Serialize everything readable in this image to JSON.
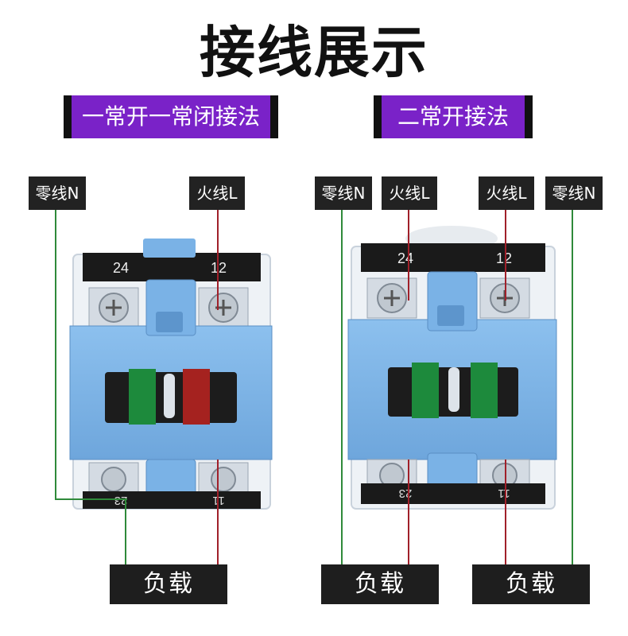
{
  "title": "接线展示",
  "left": {
    "method": "一常开一常闭接法",
    "tag_neutral": "零线N",
    "tag_live": "火线L",
    "terminal_top_left": "24",
    "terminal_top_right": "12",
    "terminal_bottom_left": "23",
    "terminal_bottom_right": "11",
    "load": "负载"
  },
  "right": {
    "method": "二常开接法",
    "tag_neutral_1": "零线N",
    "tag_live_1": "火线L",
    "tag_live_2": "火线L",
    "tag_neutral_2": "零线N",
    "terminal_top_left": "24",
    "terminal_top_right": "12",
    "terminal_bottom_left": "23",
    "terminal_bottom_right": "11",
    "load_1": "负载",
    "load_2": "负载"
  },
  "colors": {
    "method_bg": "#7a22c8",
    "tag_bg": "#222222",
    "body_blue": "#7ab2e6",
    "neutral_wire": "#2f8a3a",
    "live_wire": "#a0202a"
  }
}
